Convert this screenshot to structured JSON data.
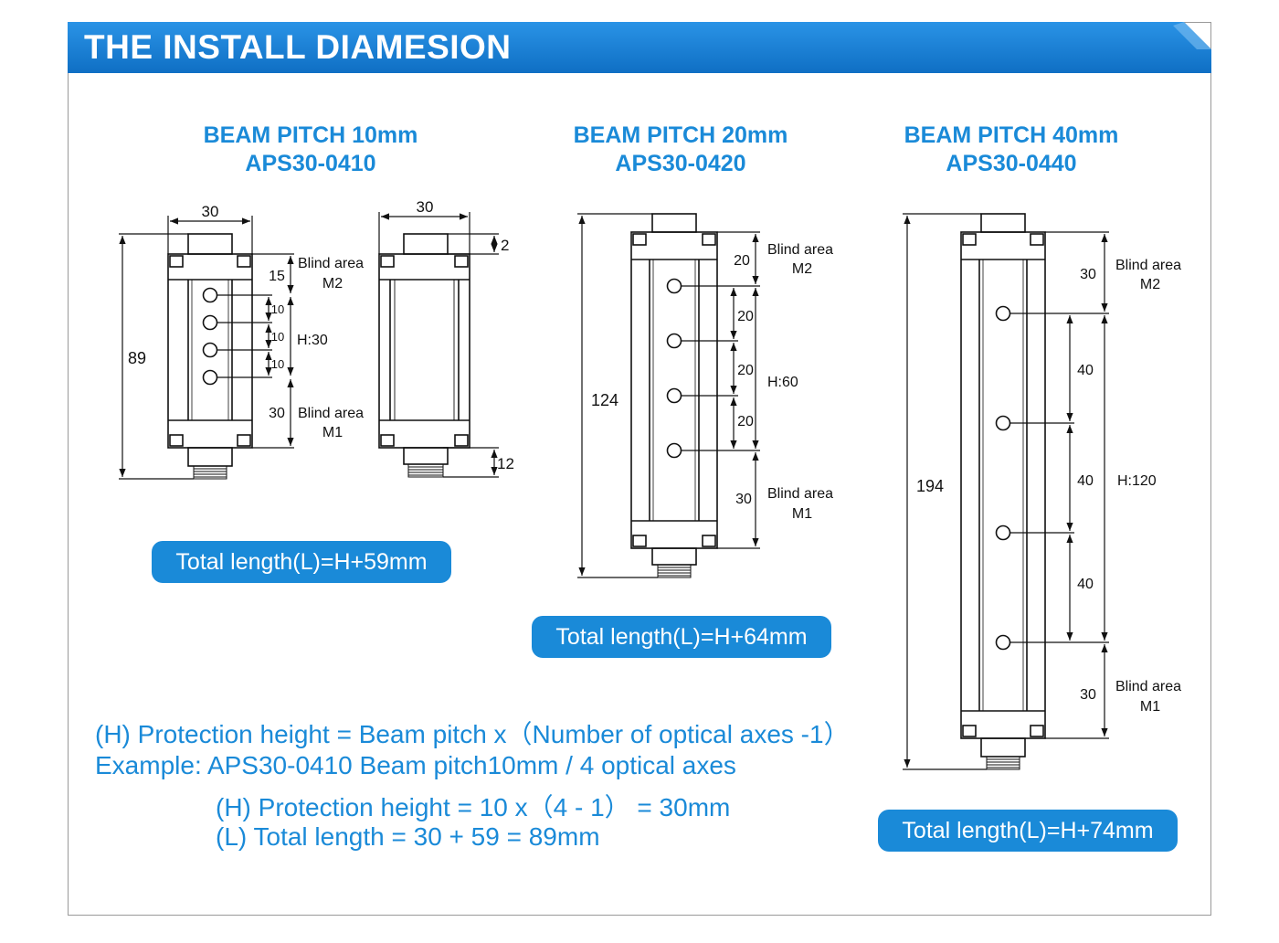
{
  "header": {
    "title": "THE INSTALL DIAMESION"
  },
  "models": [
    {
      "pitch_label": "BEAM PITCH 10mm",
      "model": "APS30-0410",
      "total_length": "Total length(L)=H+59mm"
    },
    {
      "pitch_label": "BEAM PITCH 20mm",
      "model": "APS30-0420",
      "total_length": "Total length(L)=H+64mm"
    },
    {
      "pitch_label": "BEAM PITCH 40mm",
      "model": "APS30-0440",
      "total_length": "Total length(L)=H+74mm"
    }
  ],
  "labels": {
    "blind_m2_1": "Blind area",
    "blind_m2_2": "M2",
    "blind_m1_1": "Blind area",
    "blind_m1_2": "M1"
  },
  "dims": {
    "a_width": "30",
    "a_height": "89",
    "a_m2": "15",
    "a_p1": "10",
    "a_p2": "10",
    "a_p3": "10",
    "a_h": "H:30",
    "a_m1": "30",
    "b_width": "30",
    "b_top": "2",
    "b_bottom": "12",
    "c_height": "124",
    "c_m2": "20",
    "c_p1": "20",
    "c_p2": "20",
    "c_p3": "20",
    "c_h": "H:60",
    "c_m1": "30",
    "d_height": "194",
    "d_m2": "30",
    "d_p1": "40",
    "d_p2": "40",
    "d_p3": "40",
    "d_h": "H:120",
    "d_m1": "30"
  },
  "formulas": {
    "line1": "(H) Protection height = Beam pitch x（Number of optical axes -1）",
    "line2": "Example: APS30-0410  Beam pitch10mm / 4 optical axes",
    "line3": "(H) Protection height = 10 x（4 - 1） = 30mm",
    "line4": "(L) Total length = 30 + 59 = 89mm"
  },
  "colors": {
    "accent": "#1a8ad8",
    "banner": "#1a7fd4",
    "line": "#111111",
    "frame": "#9a9a9a"
  }
}
